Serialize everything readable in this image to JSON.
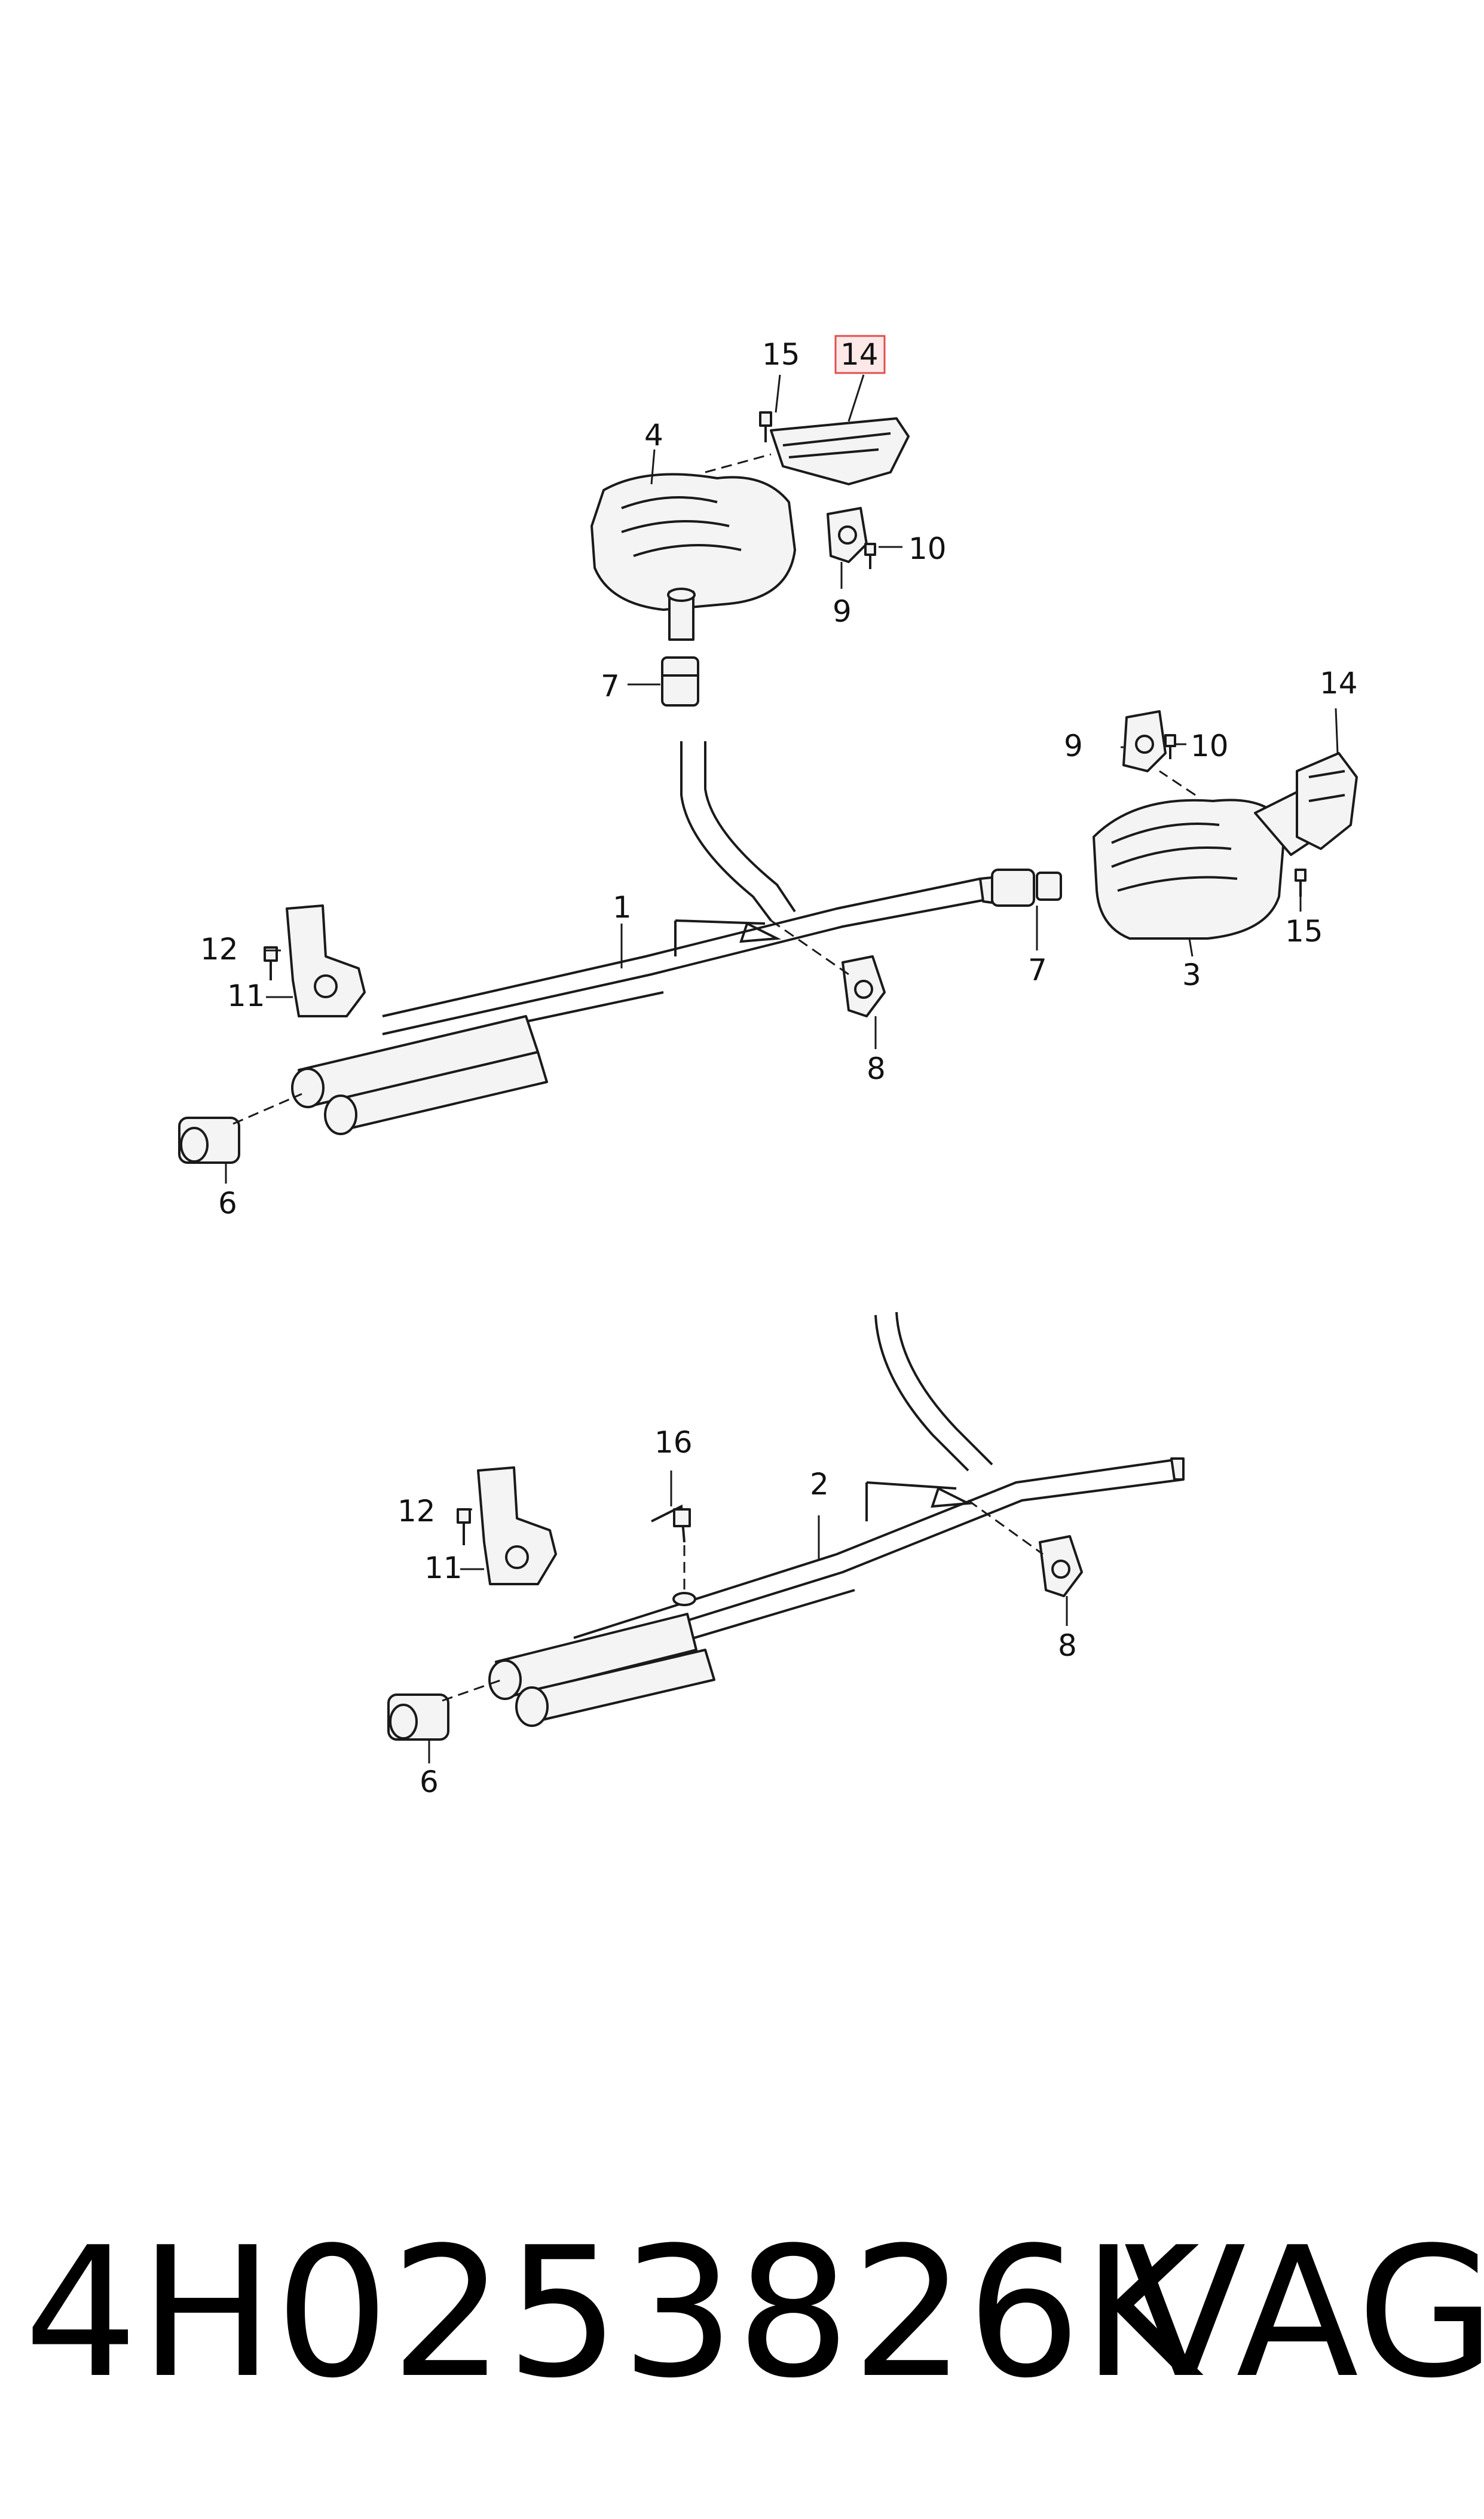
{
  "callouts": {
    "c1": "1",
    "c2": "2",
    "c3": "3",
    "c4": "4",
    "c6a": "6",
    "c6b": "6",
    "c7a": "7",
    "c7b": "7",
    "c8a": "8",
    "c8b": "8",
    "c9a": "9",
    "c9b": "9",
    "c10a": "10",
    "c10b": "10",
    "c11a": "11",
    "c11b": "11",
    "c12a": "12",
    "c12b": "12",
    "c14a": "14",
    "c14b": "14",
    "c15a": "15",
    "c15b": "15",
    "c16": "16"
  },
  "highlight_color": "#e05050",
  "footer": {
    "part_number": "4H0253826K",
    "brand": "VAG"
  }
}
